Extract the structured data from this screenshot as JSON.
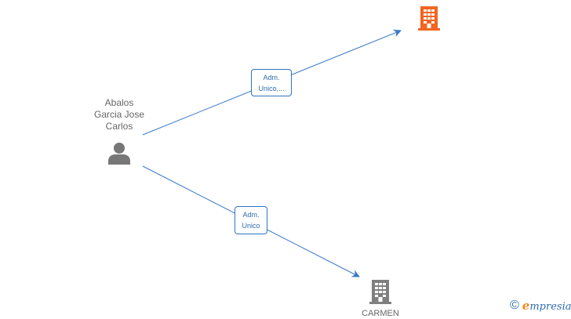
{
  "person": {
    "name_lines": [
      "Abalos",
      "Garcia Jose",
      "Carlos"
    ],
    "icon": "person-icon"
  },
  "edges": [
    {
      "label_lines": [
        "Adm.",
        "Unico,..."
      ],
      "target": "company-top"
    },
    {
      "label_lines": [
        "Adm.",
        "Unico"
      ],
      "target": "company-bottom"
    }
  ],
  "companies": {
    "top": {
      "icon": "building-icon",
      "color": "#f26522"
    },
    "bottom": {
      "icon": "building-icon",
      "color": "#808080",
      "name": "CARMEN"
    }
  },
  "watermark": {
    "symbol": "©",
    "brand_initial": "e",
    "brand_rest": "mpresia"
  },
  "colors": {
    "edge": "#3a78c9",
    "label_text": "#2f6db3",
    "person": "#777777"
  }
}
